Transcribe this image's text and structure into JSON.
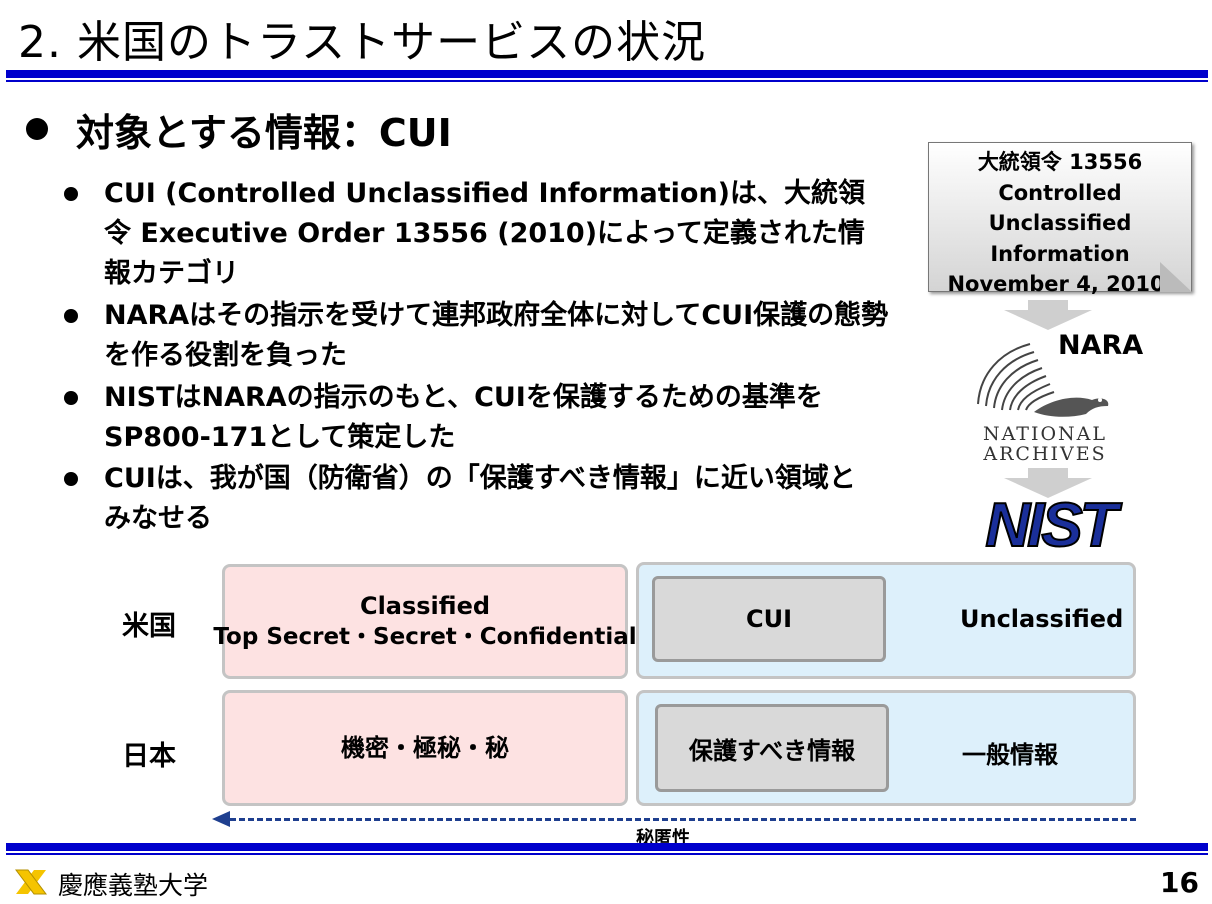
{
  "slide": {
    "title": "2. 米国のトラストサービスの状況",
    "heading": "対象とする情報：CUI",
    "bullets": [
      "CUI (Controlled Unclassified Information)は、大統領令 Executive Order 13556 (2010)によって定義された情報カテゴリ",
      "NARAはその指示を受けて連邦政府全体に対してCUI保護の態勢を作る役割を負った",
      "NISTはNARAの指示のもと、CUIを保護するための基準をSP800-171として策定した",
      "CUIは、我が国（防衛省）の「保護すべき情報」に近い領域とみなせる"
    ],
    "page_number": "16"
  },
  "note": {
    "lines": [
      "大統領令 13556",
      "Controlled",
      "Unclassified",
      "Information",
      "November 4, 2010."
    ]
  },
  "logos": {
    "nara_label": "NARA",
    "nara_text_line1": "NATIONAL",
    "nara_text_line2": "ARCHIVES",
    "nist_text": "NIST",
    "university": "慶應義塾大学"
  },
  "table": {
    "us_label": "米国",
    "jp_label": "日本",
    "us_classified_line1": "Classified",
    "us_classified_line2": "Top Secret・Secret・Confidential",
    "us_cui": "CUI",
    "us_unclassified": "Unclassified",
    "jp_classified": "機密・極秘・秘",
    "jp_protected": "保護すべき情報",
    "jp_general": "一般情報",
    "axis_label": "秘匿性"
  },
  "colors": {
    "rule": "#0000cc",
    "classified_fill": "#fde2e2",
    "unclassified_fill": "#ddf0fb",
    "inner_fill": "#d9d9d9",
    "nist_blue": "#1a2f9a",
    "keio_yellow": "#f5c400"
  }
}
